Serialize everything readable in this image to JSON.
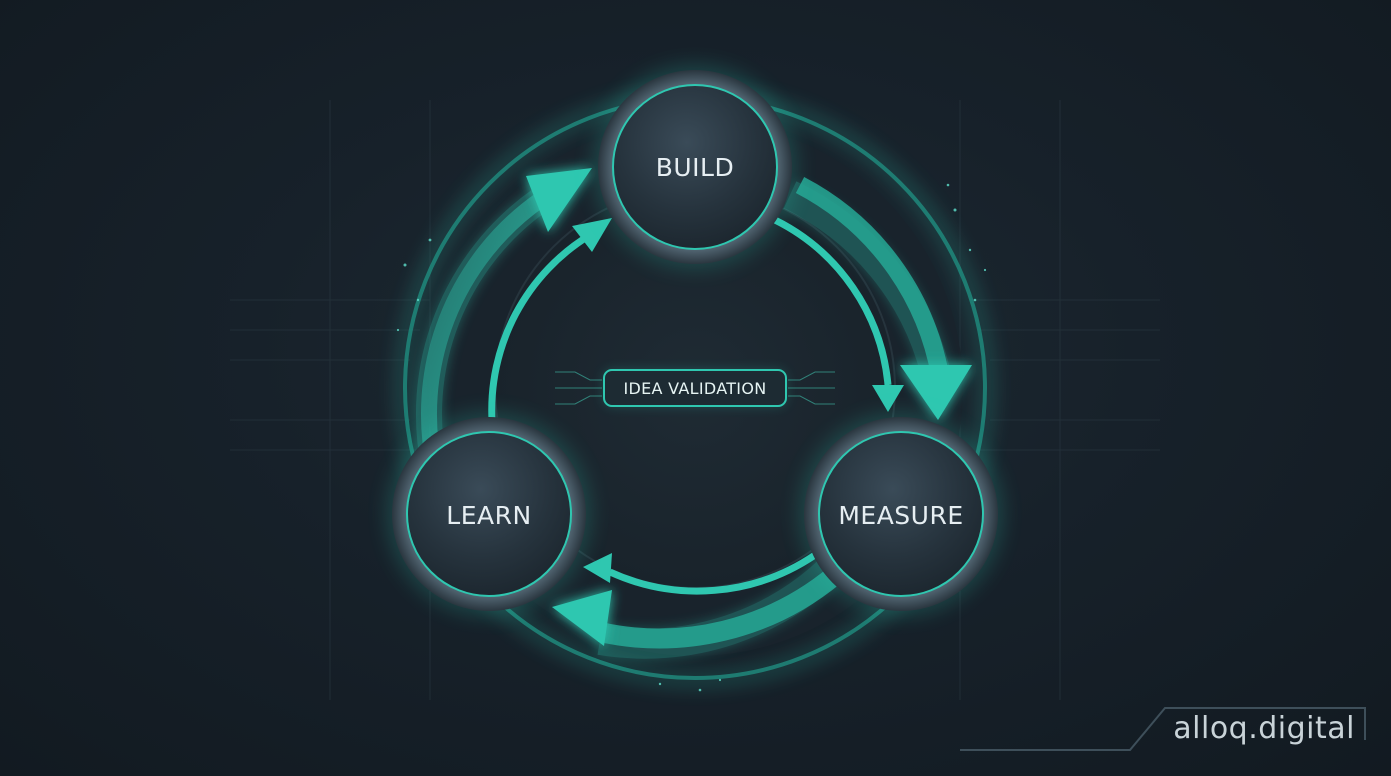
{
  "diagram": {
    "nodes": {
      "build": "BUILD",
      "measure": "MEASURE",
      "learn": "LEARN"
    },
    "center_label": "IDEA VALIDATION"
  },
  "brand": "alloq.digital",
  "colors": {
    "background": "#161f27",
    "accent": "#2fc7b0",
    "node_fill": "#2a3945"
  }
}
